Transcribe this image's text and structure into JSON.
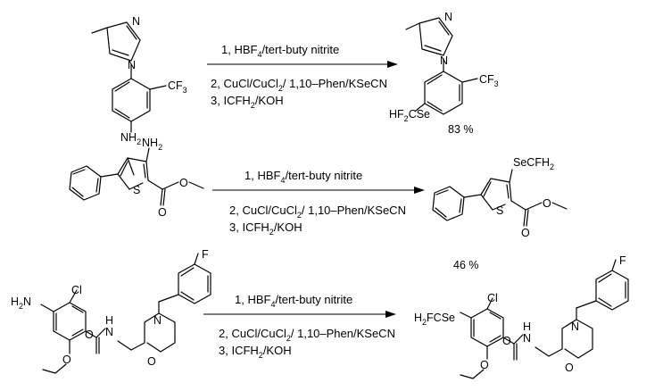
{
  "reactions": [
    {
      "id": "r1",
      "conditions": [
        {
          "text": "1, HBF",
          "sub": "4",
          "text2": "/tert-buty nitrite"
        },
        {
          "text": "2, CuCl/CuCl",
          "sub": "2",
          "text2": "/ 1,10–Phen/KSeCN"
        },
        {
          "text": "3, ICFH",
          "sub": "2",
          "text2": "/KOH"
        }
      ],
      "reactant_labels": {
        "N_top": "N",
        "N_ring": "N",
        "CF3": "CF",
        "CF3_sub": "3",
        "NH2": "NH",
        "NH2_sub": "2"
      },
      "product_labels": {
        "N_top": "N",
        "N_ring": "N",
        "CF3": "CF",
        "CF3_sub": "3",
        "SeCF": "HF",
        "SeCF_sub": "2",
        "SeCF_rest": "CSe"
      },
      "yield": "83 %"
    },
    {
      "id": "r2",
      "conditions": [
        {
          "text": "1, HBF",
          "sub": "4",
          "text2": "/tert-buty nitrite"
        },
        {
          "text": "2, CuCl/CuCl",
          "sub": "2",
          "text2": "/ 1,10–Phen/KSeCN"
        },
        {
          "text": "3, ICFH",
          "sub": "2",
          "text2": "/KOH"
        }
      ],
      "reactant_labels": {
        "NH2": "NH",
        "NH2_sub": "2",
        "S": "S",
        "O1": "O",
        "O2": "O"
      },
      "product_labels": {
        "SeCFH2": "SeCFH",
        "SeCFH2_sub": "2",
        "S": "S",
        "O1": "O",
        "O2": "O"
      },
      "yield": "46 %"
    },
    {
      "id": "r3",
      "conditions": [
        {
          "text": "1, HBF",
          "sub": "4",
          "text2": "/tert-buty nitrite"
        },
        {
          "text": "2, CuCl/CuCl",
          "sub": "2",
          "text2": "/ 1,10–Phen/KSeCN"
        },
        {
          "text": "3, ICFH",
          "sub": "2",
          "text2": "/KOH"
        }
      ],
      "reactant_labels": {
        "F": "F",
        "Cl": "Cl",
        "H2N": "H",
        "H2N_sub": "2",
        "H2N_rest": "N",
        "O_carbonyl": "O",
        "NH": "H",
        "NH_N": "N",
        "N_morph": "N",
        "O_morph": "O",
        "O_ether": "O"
      },
      "product_labels": {
        "F": "F",
        "Cl": "Cl",
        "H2FCSe": "H",
        "H2FCSe_sub": "2",
        "H2FCSe_rest": "FCSe",
        "O_carbonyl": "O",
        "NH": "H",
        "NH_N": "N",
        "N_morph": "N",
        "O_morph": "O",
        "O_ether": "O"
      }
    }
  ]
}
